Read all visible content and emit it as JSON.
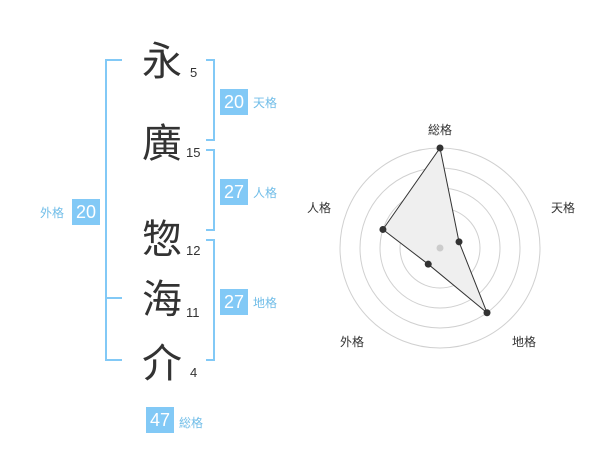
{
  "characters": [
    {
      "char": "永",
      "strokes": "5"
    },
    {
      "char": "廣",
      "strokes": "15"
    },
    {
      "char": "惣",
      "strokes": "12"
    },
    {
      "char": "海",
      "strokes": "11"
    },
    {
      "char": "介",
      "strokes": "4"
    }
  ],
  "kakusu": {
    "tenkaku": {
      "value": "20",
      "label": "天格"
    },
    "jinkaku": {
      "value": "27",
      "label": "人格"
    },
    "chikaku": {
      "value": "27",
      "label": "地格"
    },
    "gaikaku": {
      "value": "20",
      "label": "外格"
    },
    "soukaku": {
      "value": "47",
      "label": "総格"
    }
  },
  "chart_data": {
    "type": "radar",
    "axes": [
      "総格",
      "天格",
      "地格",
      "外格",
      "人格"
    ],
    "values": [
      5,
      1,
      4,
      1,
      3
    ],
    "max": 5,
    "colors": {
      "fill": "#efefef",
      "line": "#333333",
      "grid": "#d0d0d0",
      "bracket": "#82c9f6"
    }
  }
}
